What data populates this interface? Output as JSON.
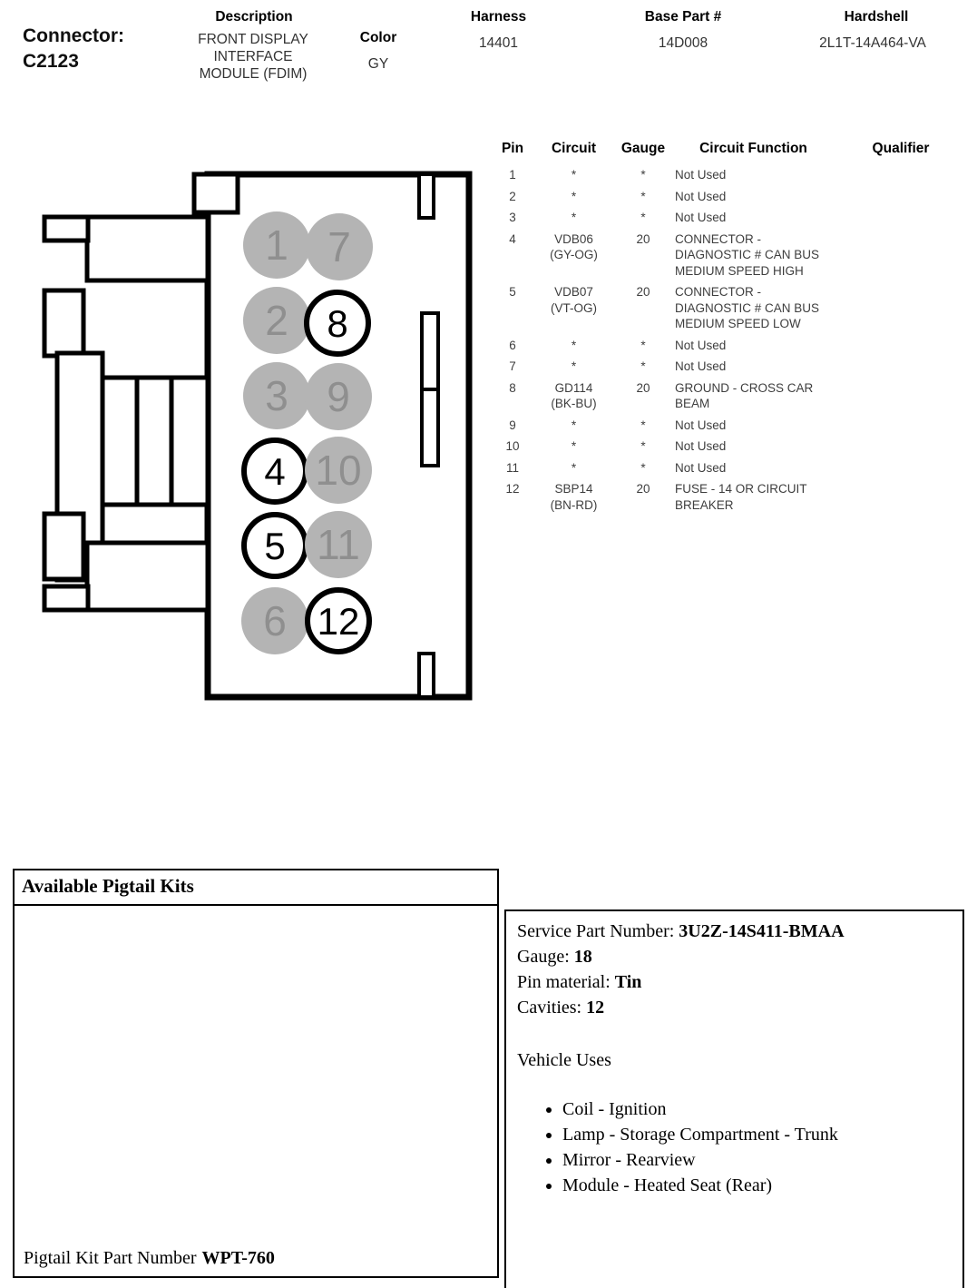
{
  "header": {
    "connector_label": "Connector:",
    "connector_id": "C2123",
    "columns": {
      "description_label": "Description",
      "description_value": "FRONT DISPLAY\nINTERFACE\nMODULE (FDIM)",
      "color_label": "Color",
      "color_value": "GY",
      "harness_label": "Harness",
      "harness_value": "14401",
      "base_part_label": "Base Part #",
      "base_part_value": "14D008",
      "hardshell_label": "Hardshell",
      "hardshell_value": "2L1T-14A464-VA"
    }
  },
  "connector_diagram": {
    "pins": [
      {
        "number": "1",
        "used": false
      },
      {
        "number": "2",
        "used": false
      },
      {
        "number": "3",
        "used": false
      },
      {
        "number": "4",
        "used": true
      },
      {
        "number": "5",
        "used": true
      },
      {
        "number": "6",
        "used": false
      },
      {
        "number": "7",
        "used": false
      },
      {
        "number": "8",
        "used": true
      },
      {
        "number": "9",
        "used": false
      },
      {
        "number": "10",
        "used": false
      },
      {
        "number": "11",
        "used": false
      },
      {
        "number": "12",
        "used": true
      }
    ]
  },
  "pin_table": {
    "headers": {
      "pin": "Pin",
      "circuit": "Circuit",
      "gauge": "Gauge",
      "function": "Circuit Function",
      "qualifier": "Qualifier"
    },
    "rows": [
      {
        "pin": "1",
        "circuit": "*",
        "gauge": "*",
        "function": "Not Used",
        "qualifier": ""
      },
      {
        "pin": "2",
        "circuit": "*",
        "gauge": "*",
        "function": "Not Used",
        "qualifier": ""
      },
      {
        "pin": "3",
        "circuit": "*",
        "gauge": "*",
        "function": "Not Used",
        "qualifier": ""
      },
      {
        "pin": "4",
        "circuit": "VDB06\n(GY-OG)",
        "gauge": "20",
        "function": "CONNECTOR - DIAGNOSTIC # CAN BUS MEDIUM SPEED HIGH",
        "qualifier": ""
      },
      {
        "pin": "5",
        "circuit": "VDB07\n(VT-OG)",
        "gauge": "20",
        "function": "CONNECTOR - DIAGNOSTIC # CAN BUS MEDIUM SPEED LOW",
        "qualifier": ""
      },
      {
        "pin": "6",
        "circuit": "*",
        "gauge": "*",
        "function": "Not Used",
        "qualifier": ""
      },
      {
        "pin": "7",
        "circuit": "*",
        "gauge": "*",
        "function": "Not Used",
        "qualifier": ""
      },
      {
        "pin": "8",
        "circuit": "GD114\n(BK-BU)",
        "gauge": "20",
        "function": "GROUND - CROSS CAR BEAM",
        "qualifier": ""
      },
      {
        "pin": "9",
        "circuit": "*",
        "gauge": "*",
        "function": "Not Used",
        "qualifier": ""
      },
      {
        "pin": "10",
        "circuit": "*",
        "gauge": "*",
        "function": "Not Used",
        "qualifier": ""
      },
      {
        "pin": "11",
        "circuit": "*",
        "gauge": "*",
        "function": "Not Used",
        "qualifier": ""
      },
      {
        "pin": "12",
        "circuit": "SBP14\n(BN-RD)",
        "gauge": "20",
        "function": "FUSE - 14 OR CIRCUIT BREAKER",
        "qualifier": ""
      }
    ]
  },
  "pigtail_kits": {
    "title": "Available Pigtail Kits",
    "part_number_label": "Pigtail Kit Part Number",
    "part_number": "WPT-760"
  },
  "service_info": {
    "service_part_label": "Service Part Number:",
    "service_part_value": "3U2Z-14S411-BMAA",
    "gauge_label": "Gauge:",
    "gauge_value": "18",
    "pin_material_label": "Pin material:",
    "pin_material_value": "Tin",
    "cavities_label": "Cavities:",
    "cavities_value": "12",
    "vehicle_uses_title": "Vehicle Uses",
    "vehicle_uses": [
      "Coil - Ignition",
      "Lamp - Storage Compartment - Trunk",
      "Mirror - Rearview",
      "Module - Heated Seat (Rear)"
    ]
  },
  "colors": {
    "outline": "#000000",
    "pin_unused_fill": "#b4b4b4",
    "pin_unused_text": "#8f8f8f",
    "pin_used_fill": "#ffffff"
  }
}
